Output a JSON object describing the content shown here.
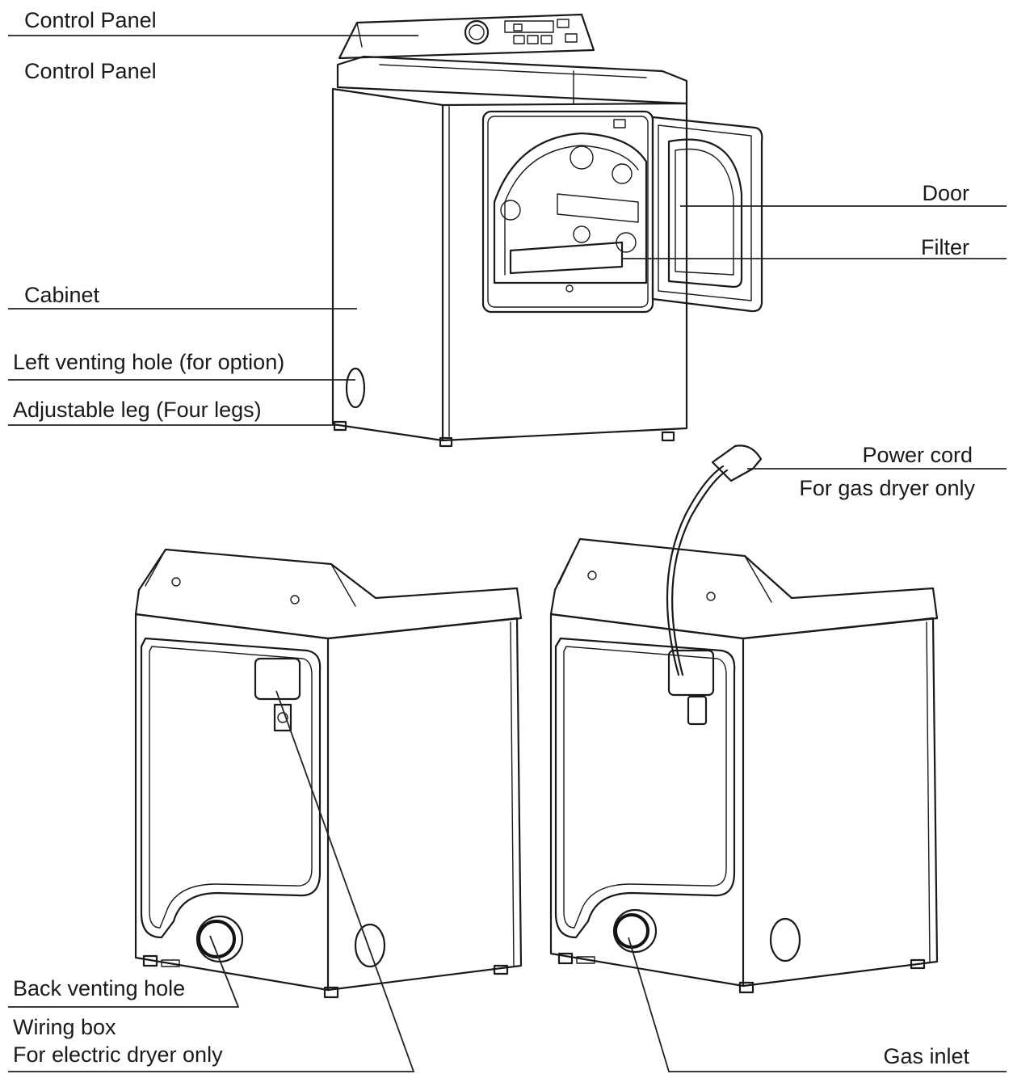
{
  "labels": {
    "control_panel": "Control Panel",
    "control_panel_repeat": "Control Panel",
    "cabinet": "Cabinet",
    "left_venting_hole": "Left venting hole (for option)",
    "adjustable_leg": "Adjustable leg (Four legs)",
    "door": "Door",
    "filter": "Filter",
    "power_cord": "Power cord",
    "gas_dryer_only": "For gas dryer only",
    "back_venting_hole": "Back venting hole",
    "wiring_box": "Wiring box",
    "electric_dryer_only": "For electric dryer only",
    "gas_inlet": "Gas inlet"
  },
  "colors": {
    "line": "#1a1a1a",
    "background": "#ffffff"
  }
}
